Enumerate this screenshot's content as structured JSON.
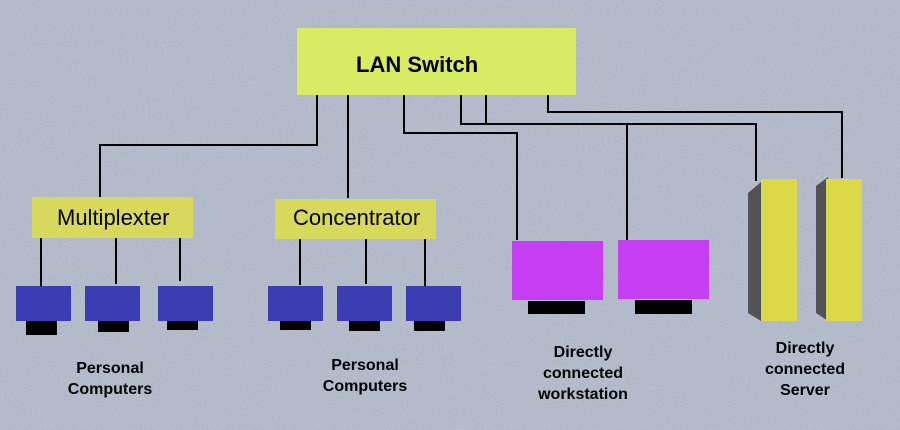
{
  "diagram": {
    "title": "LAN Switch network topology",
    "colors": {
      "background": "#b4bccb",
      "switch_fill": "#d7ec63",
      "hub_fill": "#d8d95c",
      "pc_fill": "#3c3cb3",
      "pc_base": "#000000",
      "workstation_fill": "#c53ef1",
      "server_front": "#dbda46",
      "server_side": "#535356",
      "line": "#000000"
    },
    "switch": {
      "label": "LAN Switch"
    },
    "hubs": [
      {
        "id": "multiplexer",
        "label": "Multiplexter",
        "devices": 3,
        "device_type": "personal-computer"
      },
      {
        "id": "concentrator",
        "label": "Concentrator",
        "devices": 3,
        "device_type": "personal-computer"
      }
    ],
    "workstations": {
      "count": 2
    },
    "servers": {
      "count": 2
    },
    "labels": {
      "pc_group_1": "Personal\nComputers",
      "pc_group_2": "Personal\nComputers",
      "workstations": "Directly\nconnected\nworkstation",
      "servers": "Directly\nconnected\nServer"
    },
    "connections": [
      {
        "from": "switch",
        "to": "multiplexer"
      },
      {
        "from": "switch",
        "to": "concentrator"
      },
      {
        "from": "switch",
        "to": "workstation-1"
      },
      {
        "from": "switch",
        "to": "workstation-2"
      },
      {
        "from": "switch",
        "to": "server-1"
      },
      {
        "from": "switch",
        "to": "server-2"
      },
      {
        "from": "multiplexer",
        "to": "pc-1"
      },
      {
        "from": "multiplexer",
        "to": "pc-2"
      },
      {
        "from": "multiplexer",
        "to": "pc-3"
      },
      {
        "from": "concentrator",
        "to": "pc-4"
      },
      {
        "from": "concentrator",
        "to": "pc-5"
      },
      {
        "from": "concentrator",
        "to": "pc-6"
      }
    ]
  }
}
